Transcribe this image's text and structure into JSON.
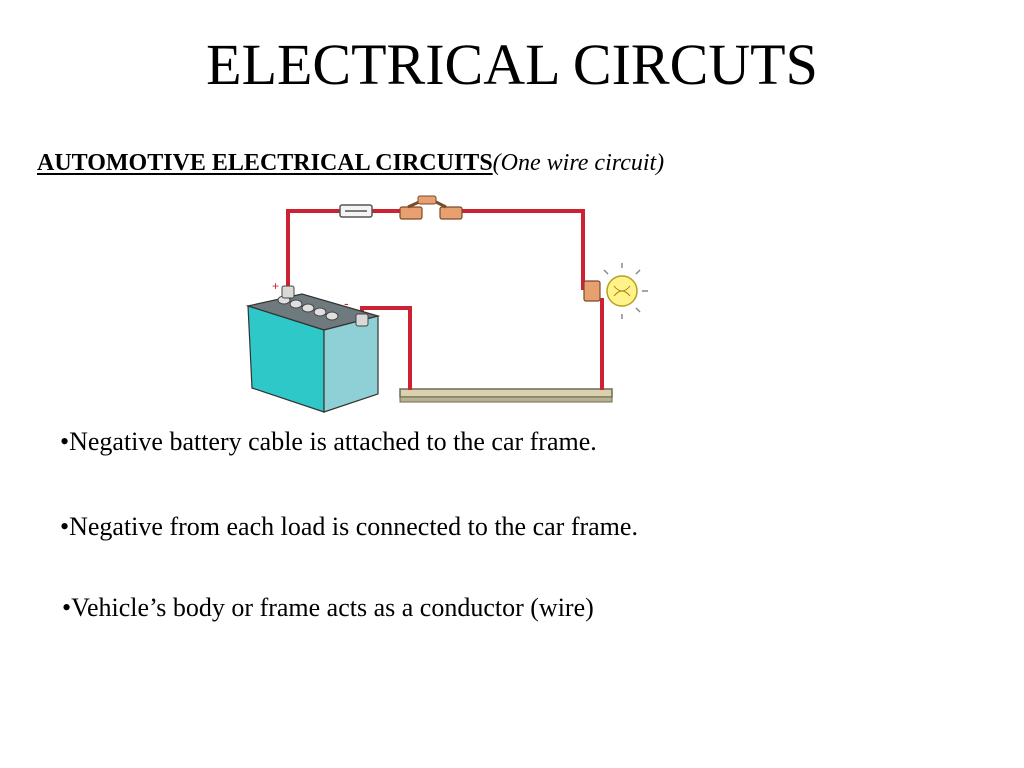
{
  "slide": {
    "title": "ELECTRICAL CIRCUTS",
    "subtitle_main": "AUTOMOTIVE ELECTRICAL CIRCUITS",
    "subtitle_note": "(One wire circuit)"
  },
  "diagram": {
    "battery_positive_sign": "+",
    "battery_negative_sign": "-",
    "colors": {
      "wire": "#cc2233",
      "battery_front": "#2ec8c8",
      "battery_side": "#8fd0d6",
      "battery_top": "#6f7a7f",
      "bulb": "#fff38a",
      "frame": "#d8d2b0"
    },
    "icons": [
      "battery-icon",
      "fuse-icon",
      "switch-icon",
      "light-bulb-icon",
      "car-frame-icon"
    ]
  },
  "bullets": [
    {
      "text": "•Negative battery cable is attached to the car frame."
    },
    {
      "text": "•Negative from each load is connected to the car frame."
    },
    {
      "text": "•Vehicle’s body or frame acts as a conductor (wire)"
    }
  ]
}
